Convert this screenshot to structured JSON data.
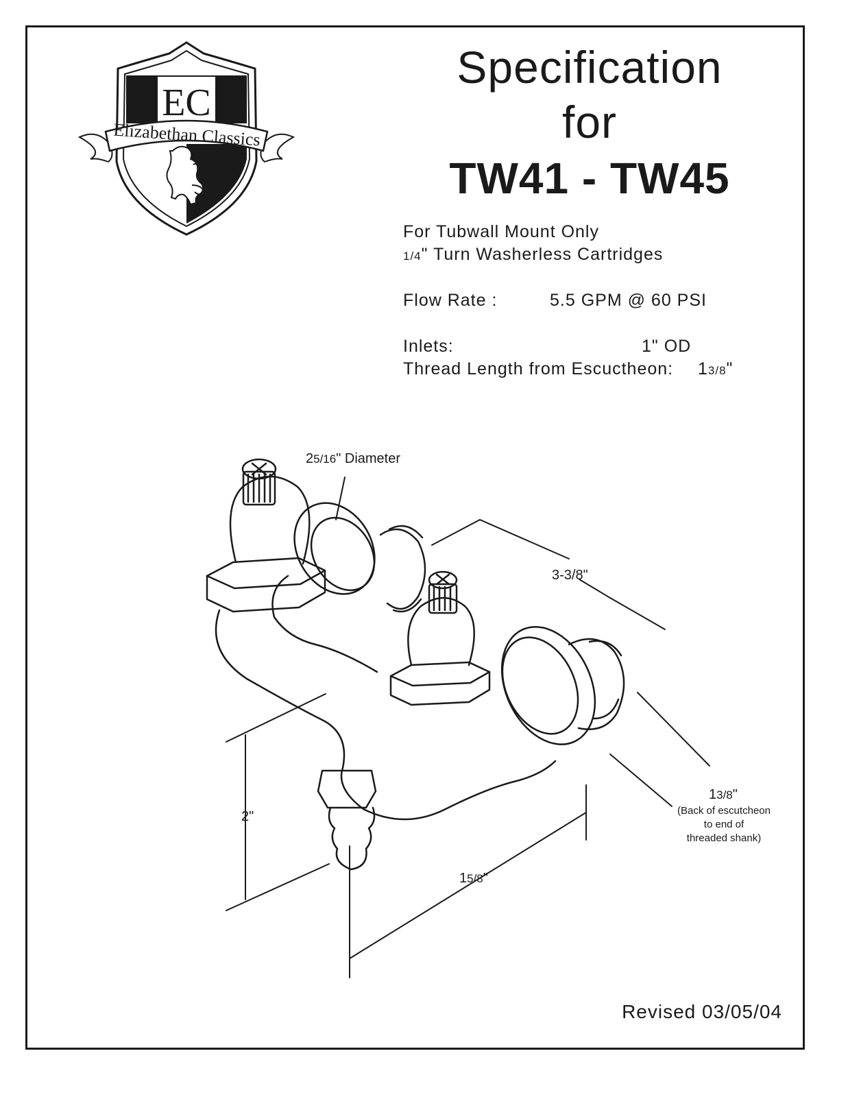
{
  "logo": {
    "initials": "EC",
    "brand": "Elizabethan Classics"
  },
  "title": {
    "line1": "Specification",
    "line2": "for",
    "model": "TW41 - TW45"
  },
  "specs": {
    "mount": "For Tubwall Mount Only",
    "cartridge_frac": "1/4",
    "cartridge_rest": "\" Turn Washerless Cartridges",
    "flow_label": "Flow Rate :",
    "flow_value": "5.5 GPM @ 60 PSI",
    "inlets_label": "Inlets:",
    "inlets_value": "1\" OD",
    "thread_label": "Thread Length from Escuctheon:",
    "thread_whole": "1",
    "thread_frac": "3/8",
    "thread_unit": "\""
  },
  "dimensions": {
    "diameter_whole": "2",
    "diameter_frac": "5/16",
    "diameter_rest": "\" Diameter",
    "center": "3-3/8\"",
    "shank_whole": "1",
    "shank_frac": "3/8",
    "shank_unit": "\"",
    "shank_note_1": "(Back of escutcheon",
    "shank_note_2": "to end of",
    "shank_note_3": "threaded shank)",
    "height": "2\"",
    "depth_whole": "1",
    "depth_frac": "5/8",
    "depth_unit": "\""
  },
  "revised": "Revised 03/05/04"
}
